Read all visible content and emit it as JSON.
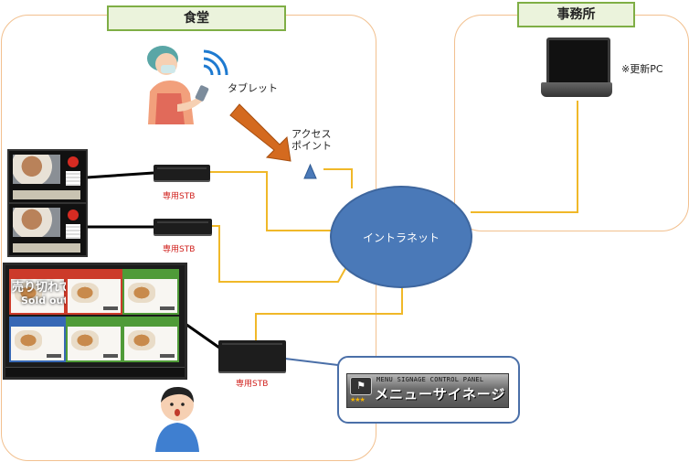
{
  "zones": {
    "cafeteria": "食堂",
    "office": "事務所"
  },
  "labels": {
    "tablet": "タブレット",
    "access_point": "アクセス\nポイント",
    "access_point_line1": "アクセス",
    "access_point_line2": "ポイント",
    "intranet": "イントラネット",
    "updated_pc": "※更新PC",
    "stb_1": "専用STB",
    "stb_2": "専用STB",
    "stb_3": "専用STB"
  },
  "signage": {
    "sold_out_jp": "売り切れです",
    "sold_out_en": "Sold out"
  },
  "app": {
    "subtitle": "MENU SIGNAGE CONTROL PANEL",
    "title": "メニューサイネージ",
    "stars": "★★★"
  },
  "colors": {
    "connection_line": "#f0b829",
    "cafeteria_border": "#f2c08f",
    "zone_label_bg": "#ebf3dc",
    "zone_label_border": "#7fae45",
    "intranet_fill": "#4a79b8",
    "stb_label": "#d0201c",
    "arrow": "#d46a1f",
    "panel_border": "#4a6fa8"
  }
}
